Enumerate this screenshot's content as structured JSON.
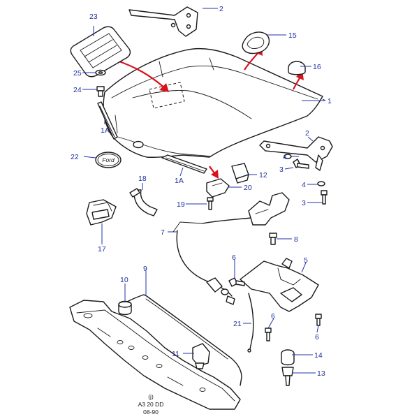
{
  "callouts": {
    "c1": "1",
    "c1a_left": "1A",
    "c1a_mid": "1A",
    "c2_top": "2",
    "c2_right": "2",
    "c3_a": "3",
    "c3_b": "3",
    "c4_a": "4",
    "c4_b": "4",
    "c5": "5",
    "c6_a": "6",
    "c6_b": "6",
    "c6_c": "6",
    "c7": "7",
    "c8": "8",
    "c9": "9",
    "c10": "10",
    "c11": "11",
    "c12": "12",
    "c13": "13",
    "c14": "14",
    "c15": "15",
    "c16": "16",
    "c17": "17",
    "c18": "18",
    "c19": "19",
    "c20": "20",
    "c21": "21",
    "c22": "22",
    "c23": "23",
    "c24": "24",
    "c25": "25"
  },
  "badge_text": "Ford",
  "drawing_code": {
    "symbol": "(j)",
    "ref": "A3 20 DD",
    "date": "08-90"
  },
  "colors": {
    "callout": "#1f2fa0",
    "arrow": "#d9121f",
    "line": "#1a1a1a"
  }
}
